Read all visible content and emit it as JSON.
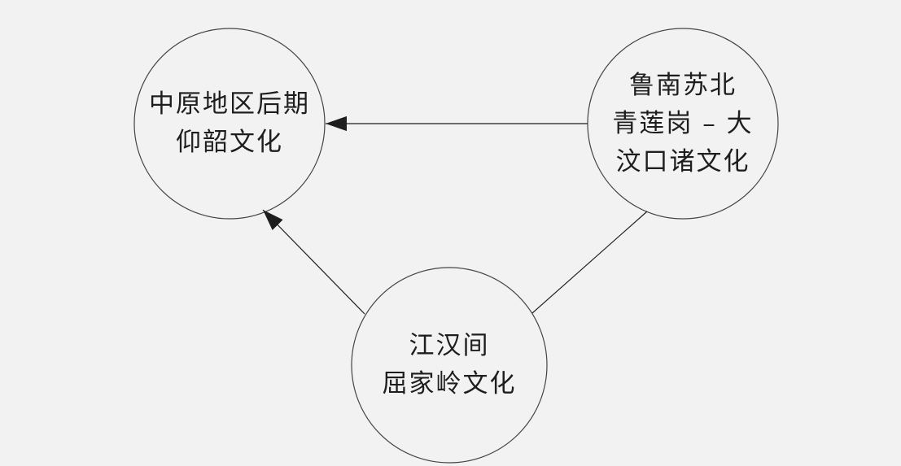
{
  "nodes": {
    "zhongyuan": {
      "lines": [
        "中原地区后期",
        "仰韶文化"
      ]
    },
    "lunan": {
      "lines": [
        "鲁南苏北",
        "青莲岗 – 大",
        "汶口诸文化"
      ]
    },
    "jianghan": {
      "lines": [
        "江汉间",
        "屈家岭文化"
      ]
    }
  },
  "edges": [
    {
      "from": "lunan",
      "to": "zhongyuan",
      "arrow": true
    },
    {
      "from": "jianghan",
      "to": "zhongyuan",
      "arrow": true
    },
    {
      "from": "jianghan",
      "to": "lunan",
      "arrow": false
    }
  ]
}
